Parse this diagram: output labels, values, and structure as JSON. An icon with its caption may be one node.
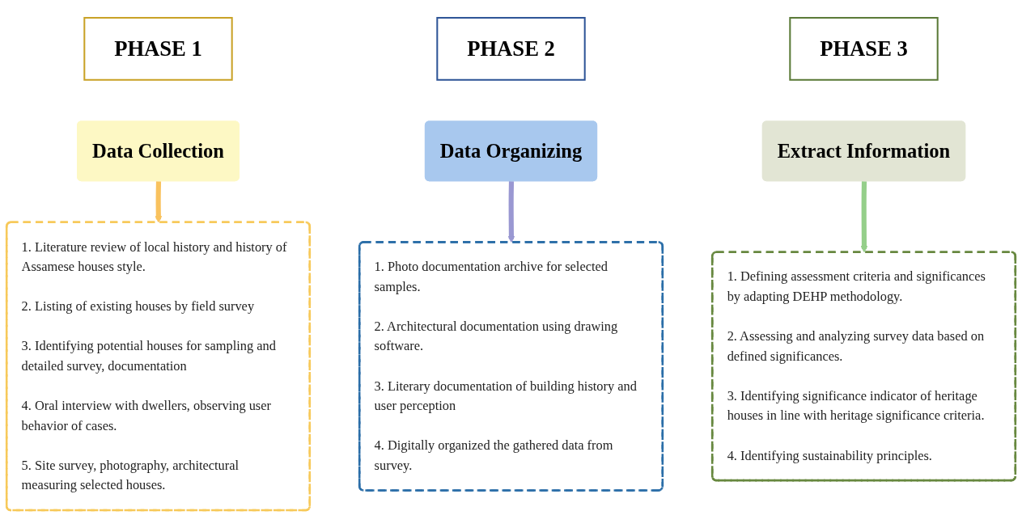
{
  "diagram": {
    "nodes": [
      {
        "text": [
          "PHASE 1"
        ]
      },
      {
        "text": [
          "Data Collection"
        ]
      },
      {
        "text": [
          "1. Literature review of local history and history of Assamese houses style.",
          "2. Listing of existing houses by field survey",
          "3. Identifying potential houses for sampling and detailed survey, documentation",
          "4. Oral interview with dwellers, observing user behavior of cases.",
          "5. Site survey, photography, architectural measuring selected houses."
        ]
      },
      {
        "text": [
          "PHASE 2"
        ]
      },
      {
        "text": [
          "Data Organizing"
        ]
      },
      {
        "text": [
          "1. Photo documentation archive for selected samples.",
          "2. Architectural documentation using drawing software.",
          "3. Literary documentation of building history and user perception",
          "4. Digitally organized the gathered data from survey."
        ]
      },
      {
        "text": [
          "PHASE 3"
        ]
      },
      {
        "text": [
          "Extract Information"
        ]
      },
      {
        "text": [
          "1. Defining assessment criteria and significances by adapting DEHP methodology.",
          "2. Assessing and analyzing survey data based on defined significances.",
          "3. Identifying significance indicator of heritage houses in line with heritage significance criteria.",
          "4. Identifying sustainability principles."
        ]
      }
    ],
    "edges": [
      {
        "from": 1,
        "to": 2,
        "arrow": "to",
        "color": "#f9c25e"
      },
      {
        "from": 4,
        "to": 5,
        "arrow": "to",
        "color": "#9a98d2"
      },
      {
        "from": 7,
        "to": 8,
        "arrow": "to",
        "color": "#95cf8a"
      }
    ]
  }
}
